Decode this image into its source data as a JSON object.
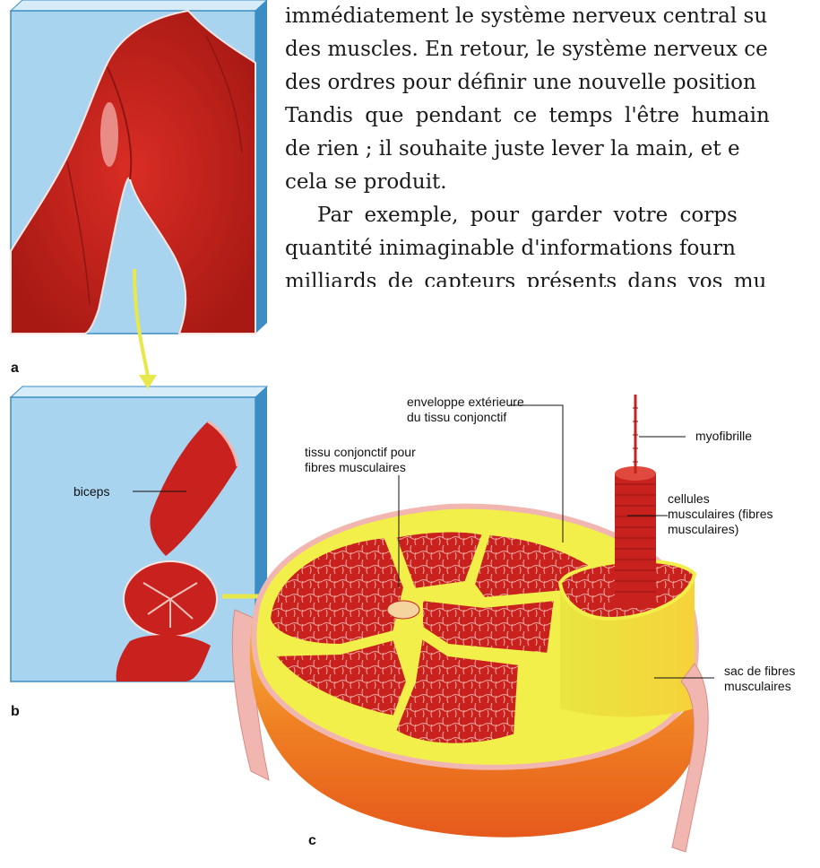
{
  "text": {
    "lines": [
      "immédiatement le système nerveux central su",
      "des muscles. En retour, le système nerveux ce",
      "des ordres pour définir une nouvelle position",
      "Tandis que pendant ce temps l'être humain",
      "de rien ; il souhaite juste lever la main, et e",
      "cela se produit.",
      "Par exemple, pour garder votre corps",
      "quantité inimaginable d'informations fourn",
      "milliards de capteurs présents dans vos mu"
    ]
  },
  "figure": {
    "panel_labels": {
      "a": "a",
      "b": "b",
      "c": "c"
    },
    "labels": {
      "biceps": "biceps",
      "outer_sheath": "enveloppe extérieure\ndu tissu conjonctif",
      "fiber_tissue": "tissu conjonctif pour\nfibres musculaires",
      "myofibril": "myofibrille",
      "muscle_cells": "cellules\nmusculaires (fibres\nmusculaires)",
      "fiber_sac": "sac de fibres\nmusculaires"
    },
    "colors": {
      "panel_bg": "#a9d4ef",
      "panel_edge": "#3c8dc4",
      "muscle_red": "#c9211d",
      "muscle_dark": "#8e1512",
      "connective_yellow": "#f2ef4a",
      "sheath_pink": "#f2b6b1",
      "side_orange": "#f08a2a",
      "arrow_yellow": "#e8e84a"
    }
  }
}
